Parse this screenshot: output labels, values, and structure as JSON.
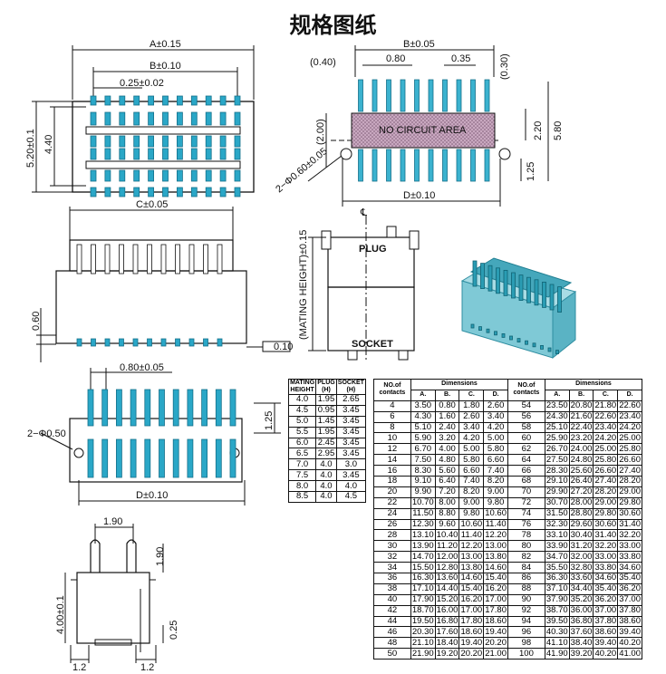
{
  "title": "规格图纸",
  "dims": {
    "a": "A±0.15",
    "b": "B±0.10",
    "pitch": "0.25±0.02",
    "h1": "5.20±0.1",
    "h2": "4.40",
    "b2": "B±0.05",
    "p040": "(0.40)",
    "p080": "0.80",
    "p035": "0.35",
    "p030": "(0.30)",
    "h200": "(2.00)",
    "h220": "2.20",
    "h580": "5.80",
    "h125": "1.25",
    "hole": "2−Φ0.60±0.05",
    "d1": "D±0.10",
    "nca": "NO CIRCUIT AREA",
    "c": "C±0.05",
    "h060": "0.60",
    "flat": "0.10",
    "cl": "℄",
    "plug": "PLUG",
    "socket": "SOCKET",
    "mating": "(MATING HEIGHT)±0.15",
    "pitch2": "0.80±0.05",
    "h125b": "1.25",
    "hole2": "2−Φ0.50",
    "d2": "D±0.10",
    "w190": "1.90",
    "h190": "1.90",
    "h400": "4.00±0.1",
    "h025": "0.25",
    "w12a": "1.2",
    "w12b": "1.2"
  },
  "table_left": {
    "headers": [
      "MATING HEIGHT",
      "PLUG (H)",
      "SOCKET (H)"
    ],
    "rows": [
      [
        "4.0",
        "1.95",
        "2.65"
      ],
      [
        "4.5",
        "0.95",
        "3.45"
      ],
      [
        "5.0",
        "1.45",
        "3.45"
      ],
      [
        "5.5",
        "1.95",
        "3.45"
      ],
      [
        "6.0",
        "2.45",
        "3.45"
      ],
      [
        "6.5",
        "2.95",
        "3.45"
      ],
      [
        "7.0",
        "4.0",
        "3.0"
      ],
      [
        "7.5",
        "4.0",
        "3.45"
      ],
      [
        "8.0",
        "4.0",
        "4.0"
      ],
      [
        "8.5",
        "4.0",
        "4.5"
      ]
    ]
  },
  "table_dims": {
    "no_header": "NO.of contacts",
    "dim_header": "Dimensions",
    "cols": [
      "A.",
      "B.",
      "C.",
      "D."
    ],
    "left": [
      [
        "4",
        "3.50",
        "0.80",
        "1.80",
        "2.60"
      ],
      [
        "6",
        "4.30",
        "1.60",
        "2.60",
        "3.40"
      ],
      [
        "8",
        "5.10",
        "2.40",
        "3.40",
        "4.20"
      ],
      [
        "10",
        "5.90",
        "3.20",
        "4.20",
        "5.00"
      ],
      [
        "12",
        "6.70",
        "4.00",
        "5.00",
        "5.80"
      ],
      [
        "14",
        "7.50",
        "4.80",
        "5.80",
        "6.60"
      ],
      [
        "16",
        "8.30",
        "5.60",
        "6.60",
        "7.40"
      ],
      [
        "18",
        "9.10",
        "6.40",
        "7.40",
        "8.20"
      ],
      [
        "20",
        "9.90",
        "7.20",
        "8.20",
        "9.00"
      ],
      [
        "22",
        "10.70",
        "8.00",
        "9.00",
        "9.80"
      ],
      [
        "24",
        "11.50",
        "8.80",
        "9.80",
        "10.60"
      ],
      [
        "26",
        "12.30",
        "9.60",
        "10.60",
        "11.40"
      ],
      [
        "28",
        "13.10",
        "10.40",
        "11.40",
        "12.20"
      ],
      [
        "30",
        "13.90",
        "11.20",
        "12.20",
        "13.00"
      ],
      [
        "32",
        "14.70",
        "12.00",
        "13.00",
        "13.80"
      ],
      [
        "34",
        "15.50",
        "12.80",
        "13.80",
        "14.60"
      ],
      [
        "36",
        "16.30",
        "13.60",
        "14.60",
        "15.40"
      ],
      [
        "38",
        "17.10",
        "14.40",
        "15.40",
        "16.20"
      ],
      [
        "40",
        "17.90",
        "15.20",
        "16.20",
        "17.00"
      ],
      [
        "42",
        "18.70",
        "16.00",
        "17.00",
        "17.80"
      ],
      [
        "44",
        "19.50",
        "16.80",
        "17.80",
        "18.60"
      ],
      [
        "46",
        "20.30",
        "17.60",
        "18.60",
        "19.40"
      ],
      [
        "48",
        "21.10",
        "18.40",
        "19.40",
        "20.20"
      ],
      [
        "50",
        "21.90",
        "19.20",
        "20.20",
        "21.00"
      ]
    ],
    "right": [
      [
        "54",
        "23.50",
        "20.80",
        "21.80",
        "22.60"
      ],
      [
        "56",
        "24.30",
        "21.60",
        "22.60",
        "23.40"
      ],
      [
        "58",
        "25.10",
        "22.40",
        "23.40",
        "24.20"
      ],
      [
        "60",
        "25.90",
        "23.20",
        "24.20",
        "25.00"
      ],
      [
        "62",
        "26.70",
        "24.00",
        "25.00",
        "25.80"
      ],
      [
        "64",
        "27.50",
        "24.80",
        "25.80",
        "26.60"
      ],
      [
        "66",
        "28.30",
        "25.60",
        "26.60",
        "27.40"
      ],
      [
        "68",
        "29.10",
        "26.40",
        "27.40",
        "28.20"
      ],
      [
        "70",
        "29.90",
        "27.20",
        "28.20",
        "29.00"
      ],
      [
        "72",
        "30.70",
        "28.00",
        "29.00",
        "29.80"
      ],
      [
        "74",
        "31.50",
        "28.80",
        "29.80",
        "30.60"
      ],
      [
        "76",
        "32.30",
        "29.60",
        "30.60",
        "31.40"
      ],
      [
        "78",
        "33.10",
        "30.40",
        "31.40",
        "32.20"
      ],
      [
        "80",
        "33.90",
        "31.20",
        "32.20",
        "33.00"
      ],
      [
        "82",
        "34.70",
        "32.00",
        "33.00",
        "33.80"
      ],
      [
        "84",
        "35.50",
        "32.80",
        "33.80",
        "34.60"
      ],
      [
        "86",
        "36.30",
        "33.60",
        "34.60",
        "35.40"
      ],
      [
        "88",
        "37.10",
        "34.40",
        "35.40",
        "36.20"
      ],
      [
        "90",
        "37.90",
        "35.20",
        "36.20",
        "37.00"
      ],
      [
        "92",
        "38.70",
        "36.00",
        "37.00",
        "37.80"
      ],
      [
        "94",
        "39.50",
        "36.80",
        "37.80",
        "38.60"
      ],
      [
        "96",
        "40.30",
        "37.60",
        "38.60",
        "39.40"
      ],
      [
        "98",
        "41.10",
        "38.40",
        "39.40",
        "40.20"
      ],
      [
        "100",
        "41.90",
        "39.20",
        "40.20",
        "41.00"
      ]
    ]
  }
}
